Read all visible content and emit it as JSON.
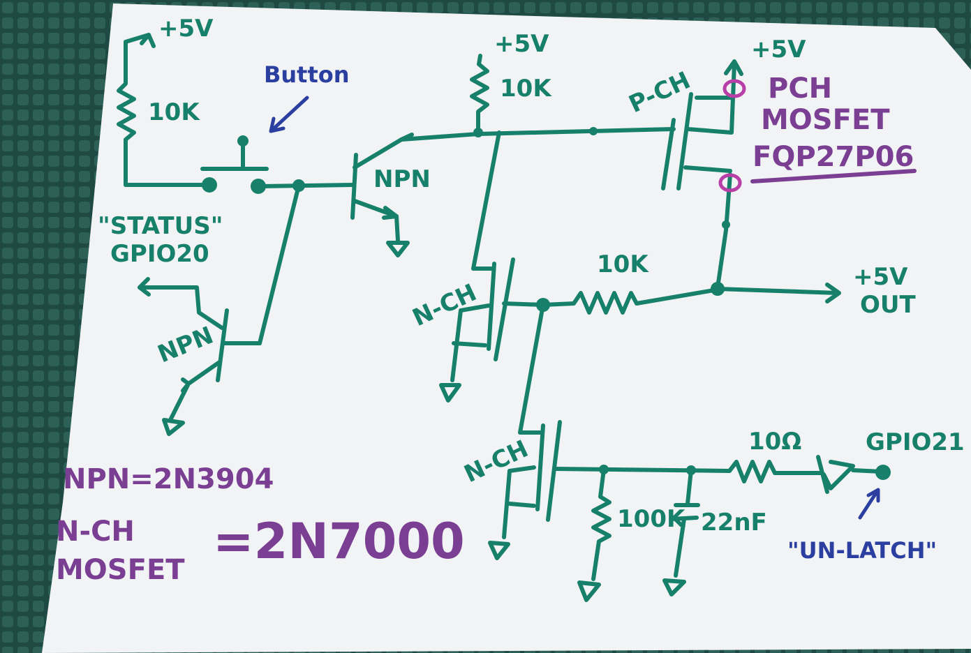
{
  "labels": {
    "plus5v": "+5V",
    "r10k": "10K",
    "button": "Button",
    "status": "\"STATUS\"",
    "gpio20": "GPIO20",
    "npn": "NPN",
    "nch": "N-CH",
    "pch_small": "P-CH",
    "pch_title": "PCH",
    "mosfet": "MOSFET",
    "part_pmos": "FQP27P06",
    "out": "OUT",
    "r10r": "10Ω",
    "r100k": "100K",
    "c22nf": "22nF",
    "gpio21": "GPIO21",
    "unlatch": "\"UN-LATCH\"",
    "npn_eq": "NPN=2N3904",
    "nch_line": "N-CH",
    "mosfet_eq": "MOSFET",
    "nmos_part": "=2N7000"
  },
  "colors": {
    "mat": "#1f4a44",
    "paper": "#f2f3f4",
    "ink_green": "#17806a",
    "ink_blue": "#2a3fa0",
    "ink_purple": "#7a3f93",
    "ink_magenta": "#b83fa7"
  }
}
